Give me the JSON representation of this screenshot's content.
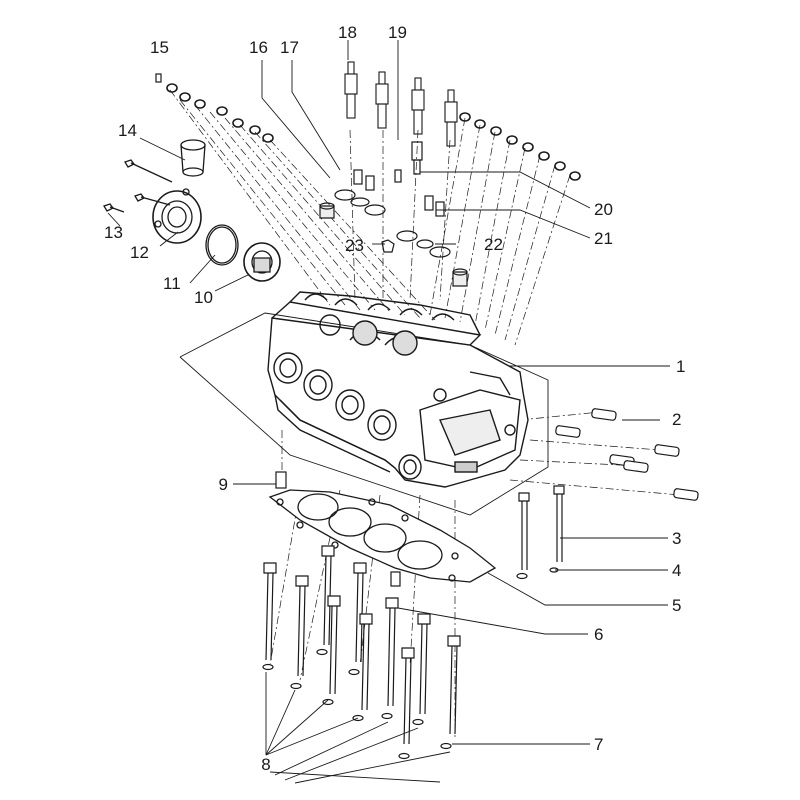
{
  "diagram": {
    "labels": {
      "n1": "1",
      "n2": "2",
      "n3": "3",
      "n4": "4",
      "n5": "5",
      "n6": "6",
      "n7": "7",
      "n8": "8",
      "n9": "9",
      "n10": "10",
      "n11": "11",
      "n12": "12",
      "n13": "13",
      "n14": "14",
      "n15": "15",
      "n16": "16",
      "n17": "17",
      "n18": "18",
      "n19": "19",
      "n20": "20",
      "n21": "21",
      "n22": "22",
      "n23": "23"
    },
    "colors": {
      "line": "#1a1a1a",
      "fill": "#ffffff",
      "shade": "#d9d9d9"
    }
  }
}
